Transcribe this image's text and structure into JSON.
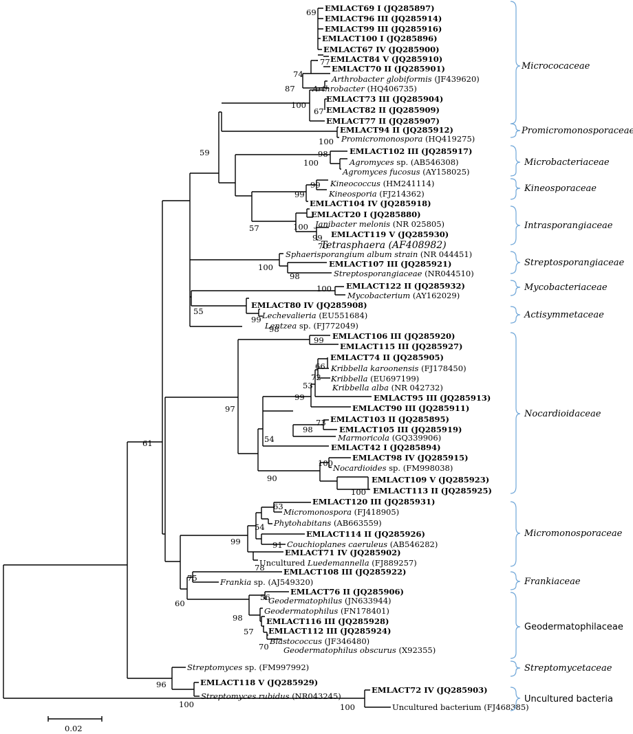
{
  "bootstrap": {
    "b69": "69",
    "b77": "77",
    "b74": "74",
    "b87": "87",
    "b100a": "100",
    "b67": "67",
    "b59": "59",
    "b100b": "100",
    "b98a": "98",
    "b100c": "100",
    "b99a": "99",
    "b99b": "99",
    "b57": "57",
    "b100d": "100",
    "b99c": "99",
    "b70a": "70",
    "b100e": "100",
    "b98b": "98",
    "b100f": "100",
    "b55": "55",
    "b99d": "99",
    "b98c": "98",
    "b61": "61",
    "b99e": "99",
    "b66": "66",
    "b72": "72",
    "b53": "53",
    "b99f": "99",
    "b97": "97",
    "b73": "73",
    "b98d": "98",
    "b54": "54",
    "b100g": "100",
    "b90": "90",
    "b100h": "100",
    "b63": "63",
    "b54b": "54",
    "b99g": "99",
    "b91": "91",
    "b78": "78",
    "b75": "75",
    "b60": "60",
    "b56": "56",
    "b98e": "98",
    "b57b": "57",
    "b70b": "70",
    "b96": "96",
    "b100i": "100",
    "b100j": "100"
  },
  "taxa": {
    "t01": {
      "name": "EMLACT69 I",
      "acc": "(JQ285897)"
    },
    "t02": {
      "name": "EMLACT96 III",
      "acc": "(JQ285914)"
    },
    "t03": {
      "name": "EMLACT99 III",
      "acc": "(JQ285916)"
    },
    "t04": {
      "name": "EMLACT100 I",
      "acc": "(JQ285896)"
    },
    "t05": {
      "name": "EMLACT67 IV",
      "acc": "(JQ285900)"
    },
    "t06": {
      "name": "EMLACT84 V",
      "acc": "(JQ285910)"
    },
    "t07": {
      "name": "EMLACT70 II",
      "acc": "(JQ285901)"
    },
    "t08": {
      "name": "Arthrobacter globiformis",
      "acc": "(JF439620)"
    },
    "t09": {
      "name": "Arthrobacter",
      "acc": "(HQ406735)"
    },
    "t10": {
      "name": "EMLACT73 III",
      "acc": "(JQ285904)"
    },
    "t11": {
      "name": "EMLACT82 II",
      "acc": "(JQ285909)"
    },
    "t12": {
      "name": "EMLACT77 II",
      "acc": "(JQ285907)"
    },
    "t13": {
      "name": "EMLACT94 II",
      "acc": "(JQ285912)"
    },
    "t14": {
      "name": "Promicromonospora",
      "acc": "(HQ419275)"
    },
    "t15": {
      "name": "EMLACT102 III",
      "acc": "(JQ285917)"
    },
    "t16": {
      "name": "Agromyces",
      "mid": " sp.",
      "acc": "(AB546308)"
    },
    "t17": {
      "name": "Agromyces fucosus",
      "acc": "(AY158025)"
    },
    "t18": {
      "name": "Kineococcus",
      "acc": "(HM241114)"
    },
    "t19": {
      "name": "Kineosporia",
      "acc": "(FJ214362)"
    },
    "t20": {
      "name": "EMLACT104 IV",
      "acc": "(JQ285918)"
    },
    "t21": {
      "name": "EMLACT20 I",
      "acc": "(JQ285880)"
    },
    "t22": {
      "name": "Janibacter melonis",
      "acc": "(NR 025805)"
    },
    "t23": {
      "name": "EMLACT119 V",
      "acc": "(JQ285930)"
    },
    "t24": {
      "name": "Tetrasphaera",
      "acc": "(AF408982)"
    },
    "t25": {
      "name": "Sphaerisporangium album strain",
      "acc": "(NR 044451)"
    },
    "t26": {
      "name": "EMLACT107 III",
      "acc": "(JQ285921)"
    },
    "t27": {
      "name": "Streptosporangiaceae",
      "acc": "(NR044510)"
    },
    "t28": {
      "name": "EMLACT122 II",
      "acc": "(JQ285932)"
    },
    "t29": {
      "name": "Mycobacterium",
      "acc": "(AY162029)"
    },
    "t30": {
      "name": "EMLACT80 IV",
      "acc": "(JQ285908)"
    },
    "t31": {
      "name": "Lechevalieria",
      "acc": "(EU551684)"
    },
    "t32": {
      "name": "Lentzea",
      "mid": " sp.",
      "acc": "(FJ772049)"
    },
    "t33": {
      "name": "EMLACT106 III",
      "acc": "(JQ285920)"
    },
    "t34": {
      "name": "EMLACT115 III",
      "acc": "(JQ285927)"
    },
    "t35": {
      "name": "EMLACT74 II",
      "acc": "(JQ285905)"
    },
    "t36": {
      "name": "Kribbella karoonensis",
      "acc": "(FJ178450)"
    },
    "t37": {
      "name": "Kribbella",
      "acc": "(EU697199)"
    },
    "t38": {
      "name": "Kribbella alba",
      "acc": "(NR 042732)"
    },
    "t39": {
      "name": "EMLACT95 III",
      "acc": "(JQ285913)"
    },
    "t40": {
      "name": "EMLACT90 III",
      "acc": "(JQ285911)"
    },
    "t41": {
      "name": "EMLACT103 II",
      "acc": "(JQ285895)"
    },
    "t42": {
      "name": "EMLACT105 III",
      "acc": "(JQ285919)"
    },
    "t43": {
      "name": "Marmoricola",
      "acc": "(GQ339906)"
    },
    "t44": {
      "name": "EMLACT42 I",
      "acc": "(JQ285894)"
    },
    "t45": {
      "name": "EMLACT98 IV",
      "acc": "(JQ285915)"
    },
    "t46": {
      "name": "Nocardioides",
      "mid": " sp.",
      "acc": "(FM998038)"
    },
    "t47": {
      "name": "EMLACT109 V",
      "acc": "(JQ285923)"
    },
    "t48": {
      "name": "EMLACT113 II",
      "acc": "(JQ285925)"
    },
    "t49": {
      "name": "EMLACT120 III",
      "acc": "(JQ285931)"
    },
    "t50": {
      "name": "Micromonospora",
      "acc": "(FJ418905)"
    },
    "t51": {
      "name": "Phytohabitans",
      "acc": "(AB663559)"
    },
    "t52": {
      "name": "EMLACT114 II",
      "acc": "(JQ285926)"
    },
    "t53": {
      "name": "Couchioplanes caeruleus",
      "acc": "(AB546282)"
    },
    "t54": {
      "name": "EMLACT71 IV",
      "acc": "(JQ285902)"
    },
    "t55": {
      "pre": "Uncultured ",
      "name": "Luedemannella",
      "acc": "(FJ889257)"
    },
    "t56": {
      "name": "EMLACT108 III",
      "acc": "(JQ285922)"
    },
    "t57": {
      "name": "Frankia",
      "mid": " sp.",
      "acc": "(AJ549320)"
    },
    "t58": {
      "name": "EMLACT76 II",
      "acc": "(JQ285906)"
    },
    "t59": {
      "name": "Geodermatophilus",
      "acc": "(JN633944)"
    },
    "t60": {
      "name": "Geodermatophilus",
      "acc": "(FN178401)"
    },
    "t61": {
      "name": "EMLACT116 III",
      "acc": "(JQ285928)"
    },
    "t62": {
      "name": "EMLACT112 III",
      "acc": "(JQ285924)"
    },
    "t63": {
      "name": "Blastococcus",
      "acc": "(JF346480)"
    },
    "t64": {
      "name": "Geodermatophilus obscurus",
      "acc": "(X92355)"
    },
    "t65": {
      "name": "Streptomyces",
      "mid": " sp.",
      "acc": "(FM997992)"
    },
    "t66": {
      "name": "EMLACT118 V",
      "acc": "(JQ285929)"
    },
    "t67": {
      "name": "Streptomyces rubidus",
      "acc": "(NR043245)"
    },
    "t68": {
      "name": "EMLACT72 IV",
      "acc": "(JQ285903)"
    },
    "t69": {
      "name": "Uncultured bacterium",
      "acc": "(FJ468385)"
    }
  },
  "families": {
    "f1": "Micrococaceae",
    "f2": "Promicromonosporaceae",
    "f3": "Microbacteriaceae",
    "f4": "Kineosporaceae",
    "f5": "Intrasporangiaceae",
    "f6": "Streptosporangiaceae",
    "f7": "Mycobacteriaceae",
    "f8": "Actisymmetaceae",
    "f9": "Nocardioidaceae",
    "f10": "Micromonosporaceae",
    "f11": "Frankiaceae",
    "f12": "Geodermatophilaceae",
    "f13": "Streptomycetaceae",
    "f14": "Uncultured bacteria"
  },
  "scale": {
    "label": "0.02"
  }
}
